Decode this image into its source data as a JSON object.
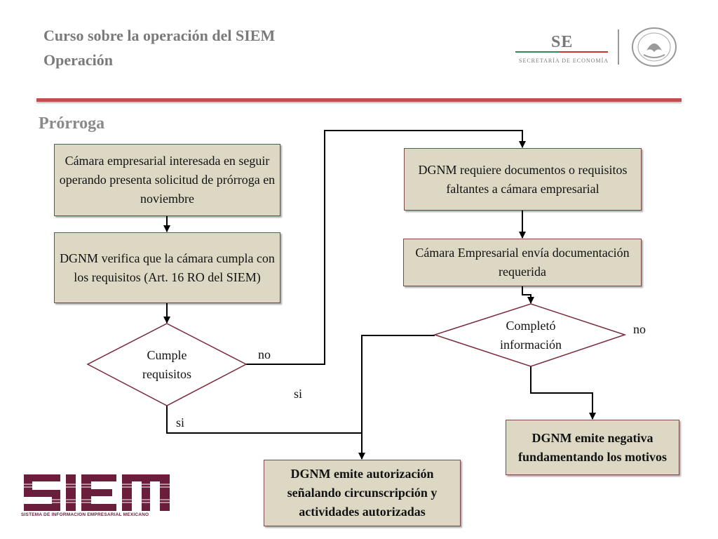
{
  "header": {
    "title_line1": "Curso sobre la operación del SIEM",
    "title_line2": "Operación",
    "logo_se": "SE",
    "logo_se_subtitle": "SECRETARÍA DE ECONOMÍA",
    "seal_icon": "escudo-nacional-icon"
  },
  "section_title": "Prórroga",
  "nodes": {
    "camara_solicitud": "Cámara empresarial interesada en seguir operando presenta solicitud de prórroga en noviembre",
    "dgnm_verifica": "DGNM verifica que la cámara cumpla con los requisitos (Art. 16 RO del SIEM)",
    "cumple_requisitos": "Cumple requisitos",
    "dgnm_requiere": "DGNM requiere documentos o requisitos faltantes a cámara empresarial",
    "camara_envia": "Cámara Empresarial envía documentación requerida",
    "completo_informacion": "Completó información",
    "dgnm_negativa": "DGNM emite negativa fundamentando los motivos",
    "dgnm_autorizacion": "DGNM emite autorización señalando circunscripción y actividades autorizadas"
  },
  "edge_labels": {
    "cumple_no": "no",
    "cumple_si": "si",
    "completo_si": "si",
    "completo_no": "no"
  },
  "footer": {
    "logo_text": "SIEM",
    "logo_subtitle": "SISTEMA DE INFORMACION EMPRESARIAL MEXICANO"
  },
  "colors": {
    "box_fill": "#ddd8c4",
    "rule": "#c0504d",
    "decision_border": "#7a2a3a",
    "siem_brand": "#6b1e3c"
  }
}
